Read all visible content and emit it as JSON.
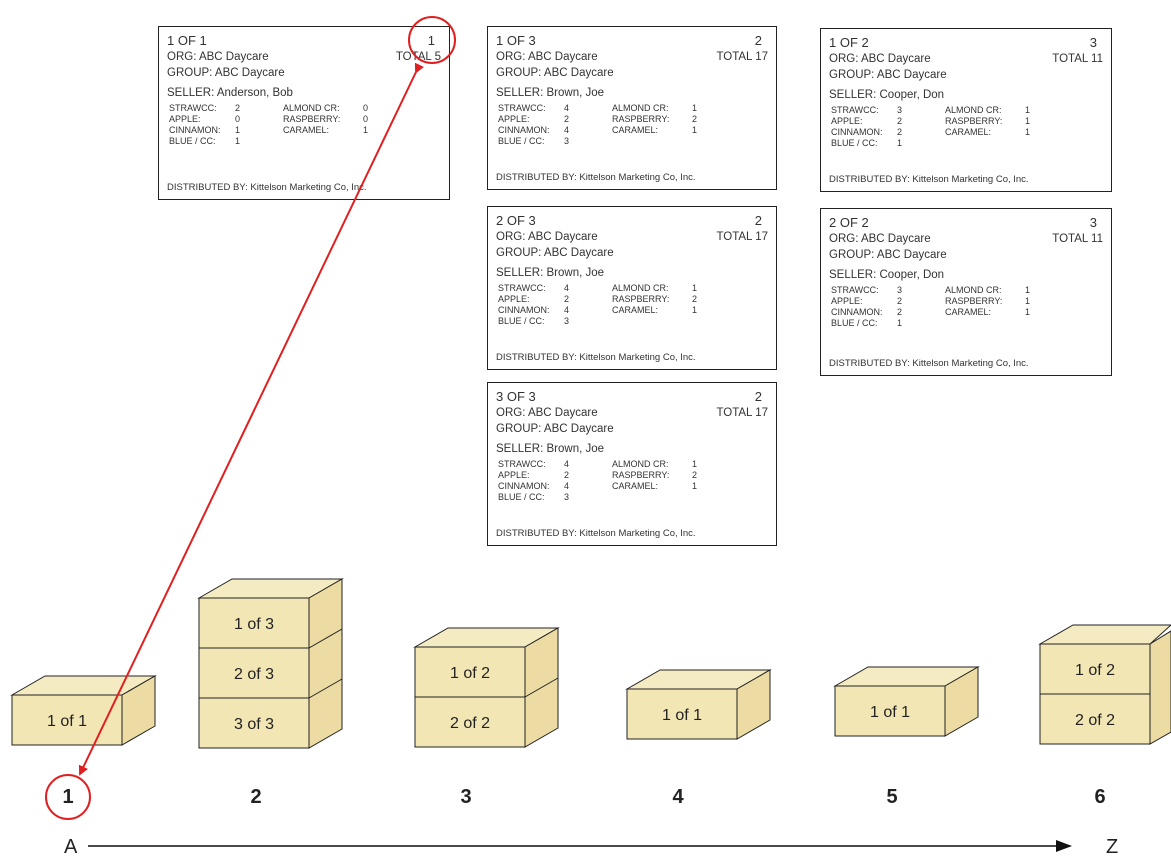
{
  "labels": [
    {
      "head": "1 OF 1",
      "num": "1",
      "org": "ORG: ABC Daycare",
      "total": "TOTAL 5",
      "group": "GROUP: ABC Daycare",
      "seller": "SELLER:  Anderson, Bob",
      "left": [
        [
          "STRAWCC:",
          "2"
        ],
        [
          "APPLE:",
          "0"
        ],
        [
          "CINNAMON:",
          "1"
        ],
        [
          "BLUE / CC:",
          "1"
        ]
      ],
      "right": [
        [
          "ALMOND CR:",
          "0"
        ],
        [
          "RASPBERRY:",
          "0"
        ],
        [
          "CARAMEL:",
          "1"
        ]
      ],
      "dist": "DISTRIBUTED BY:  Kittelson Marketing Co, Inc."
    },
    {
      "head": "1 OF 3",
      "num": "2",
      "org": "ORG: ABC Daycare",
      "total": "TOTAL  17",
      "group": "GROUP: ABC Daycare",
      "seller": "SELLER: Brown, Joe",
      "left": [
        [
          "STRAWCC:",
          "4"
        ],
        [
          "APPLE:",
          "2"
        ],
        [
          "CINNAMON:",
          "4"
        ],
        [
          "BLUE / CC:",
          "3"
        ]
      ],
      "right": [
        [
          "ALMOND CR:",
          "1"
        ],
        [
          "RASPBERRY:",
          "2"
        ],
        [
          "CARAMEL:",
          "1"
        ]
      ],
      "dist": "DISTRIBUTED BY:  Kittelson Marketing Co, Inc."
    },
    {
      "head": "2 OF 3",
      "num": "2",
      "org": "ORG: ABC Daycare",
      "total": "TOTAL  17",
      "group": "GROUP: ABC Daycare",
      "seller": "SELLER: Brown, Joe",
      "left": [
        [
          "STRAWCC:",
          "4"
        ],
        [
          "APPLE:",
          "2"
        ],
        [
          "CINNAMON:",
          "4"
        ],
        [
          "BLUE / CC:",
          "3"
        ]
      ],
      "right": [
        [
          "ALMOND CR:",
          "1"
        ],
        [
          "RASPBERRY:",
          "2"
        ],
        [
          "CARAMEL:",
          "1"
        ]
      ],
      "dist": "DISTRIBUTED BY:  Kittelson Marketing Co, Inc."
    },
    {
      "head": "3 OF 3",
      "num": "2",
      "org": "ORG: ABC Daycare",
      "total": "TOTAL  17",
      "group": "GROUP: ABC Daycare",
      "seller": "SELLER: Brown, Joe",
      "left": [
        [
          "STRAWCC:",
          "4"
        ],
        [
          "APPLE:",
          "2"
        ],
        [
          "CINNAMON:",
          "4"
        ],
        [
          "BLUE / CC:",
          "3"
        ]
      ],
      "right": [
        [
          "ALMOND CR:",
          "1"
        ],
        [
          "RASPBERRY:",
          "2"
        ],
        [
          "CARAMEL:",
          "1"
        ]
      ],
      "dist": "DISTRIBUTED BY:  Kittelson Marketing Co, Inc."
    },
    {
      "head": "1 OF 2",
      "num": "3",
      "org": "ORG: ABC Daycare",
      "total": "TOTAL  11",
      "group": "GROUP: ABC Daycare",
      "seller": "SELLER:  Cooper, Don",
      "left": [
        [
          "STRAWCC:",
          "3"
        ],
        [
          "APPLE:",
          "2"
        ],
        [
          "CINNAMON:",
          "2"
        ],
        [
          "BLUE / CC:",
          "1"
        ]
      ],
      "right": [
        [
          "ALMOND CR:",
          "1"
        ],
        [
          "RASPBERRY:",
          "1"
        ],
        [
          "CARAMEL:",
          "1"
        ]
      ],
      "dist": "DISTRIBUTED BY:  Kittelson Marketing Co, Inc."
    },
    {
      "head": "2 OF 2",
      "num": "3",
      "org": "ORG: ABC Daycare",
      "total": "TOTAL  11",
      "group": "GROUP: ABC Daycare",
      "seller": "SELLER:  Cooper, Don",
      "left": [
        [
          "STRAWCC:",
          "3"
        ],
        [
          "APPLE:",
          "2"
        ],
        [
          "CINNAMON:",
          "2"
        ],
        [
          "BLUE / CC:",
          "1"
        ]
      ],
      "right": [
        [
          "ALMOND CR:",
          "1"
        ],
        [
          "RASPBERRY:",
          "1"
        ],
        [
          "CARAMEL:",
          "1"
        ]
      ],
      "dist": "DISTRIBUTED BY:  Kittelson Marketing Co, Inc."
    }
  ],
  "stacks": [
    {
      "number": "1",
      "boxes": [
        "1 of 1"
      ]
    },
    {
      "number": "2",
      "boxes": [
        "1 of 3",
        "2 of 3",
        "3 of 3"
      ]
    },
    {
      "number": "3",
      "boxes": [
        "1 of 2",
        "2 of 2"
      ]
    },
    {
      "number": "4",
      "boxes": [
        "1 of 1"
      ]
    },
    {
      "number": "5",
      "boxes": [
        "1 of 1"
      ]
    },
    {
      "number": "6",
      "boxes": [
        "1 of 2",
        "2 of 2"
      ]
    }
  ],
  "axis": {
    "start": "A",
    "end": "Z"
  },
  "colors": {
    "box_fill": "#f2e6b4",
    "box_side": "#ecdca4",
    "box_top": "#f5ebc2",
    "highlight": "#e02020",
    "line": "#111111"
  }
}
